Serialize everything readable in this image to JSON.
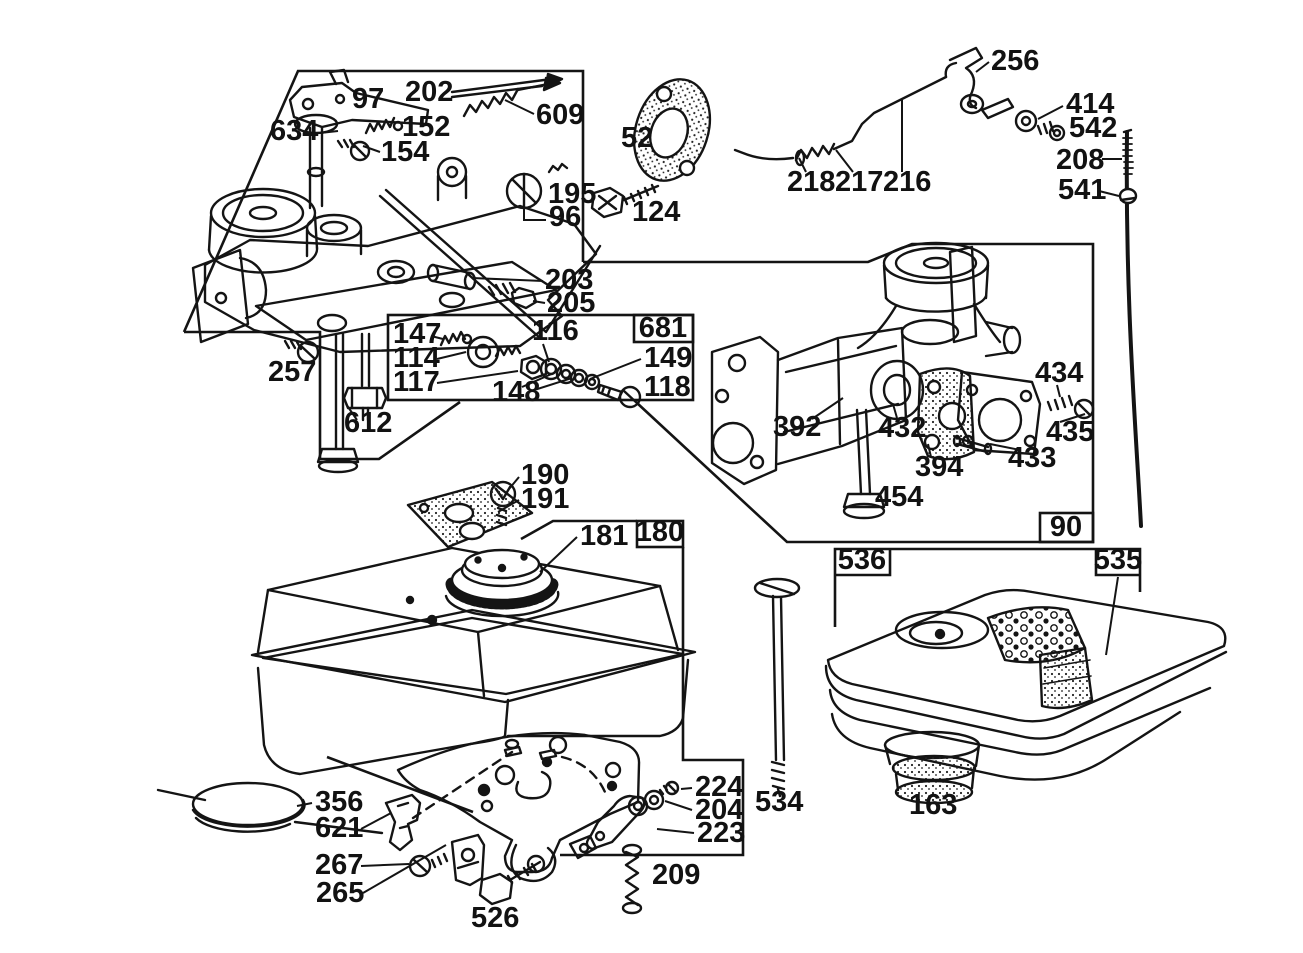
{
  "diagram": {
    "kind": "exploded-parts-diagram",
    "colors": {
      "background": "#ffffff",
      "line": "#141414"
    },
    "sections": [
      {
        "name": "upper-carburetor",
        "frame": "polygon",
        "tag": "",
        "parts": [
          "97",
          "202",
          "609",
          "634",
          "152",
          "154",
          "195",
          "96",
          "203",
          "205",
          "257",
          "612"
        ]
      },
      {
        "name": "needle-valve-inset",
        "frame": "box",
        "tag": "681",
        "parts": [
          "147",
          "114",
          "117",
          "116",
          "148",
          "149",
          "118"
        ]
      },
      {
        "name": "gasket-and-linkage",
        "frame": "none",
        "tag": "",
        "parts": [
          "52",
          "124",
          "218",
          "217",
          "216",
          "256",
          "414",
          "542",
          "208",
          "541"
        ]
      },
      {
        "name": "lower-carburetor",
        "frame": "polygon",
        "tag": "90",
        "parts": [
          "392",
          "432",
          "434",
          "435",
          "433",
          "394",
          "454"
        ]
      },
      {
        "name": "fuel-tank",
        "frame": "polygon",
        "tag": "180",
        "parts": [
          "190",
          "191",
          "181",
          "356",
          "621",
          "267",
          "265",
          "526",
          "224",
          "204",
          "223",
          "209"
        ]
      },
      {
        "name": "air-cleaner",
        "frame": "box",
        "tag": "536",
        "parts": [
          "535",
          "534",
          "163"
        ]
      }
    ],
    "boxed_labels": [
      "681",
      "90",
      "180",
      "536",
      "535"
    ]
  },
  "part_labels": {
    "97": "97",
    "202": "202",
    "609": "609",
    "634": "634",
    "152": "152",
    "154": "154",
    "195": "195",
    "96": "96",
    "203": "203",
    "205": "205",
    "257": "257",
    "612": "612",
    "147": "147",
    "114": "114",
    "117": "117",
    "116": "116",
    "148": "148",
    "149": "149",
    "118": "118",
    "681": "681",
    "52": "52",
    "124": "124",
    "218": "218",
    "217": "217",
    "216": "216",
    "256": "256",
    "414": "414",
    "542": "542",
    "208": "208",
    "541": "541",
    "392": "392",
    "432": "432",
    "434": "434",
    "435": "435",
    "433": "433",
    "394": "394",
    "454": "454",
    "90": "90",
    "190": "190",
    "191": "191",
    "181": "181",
    "180": "180",
    "356": "356",
    "621": "621",
    "267": "267",
    "265": "265",
    "526": "526",
    "224": "224",
    "204": "204",
    "223": "223",
    "209": "209",
    "536": "536",
    "535": "535",
    "534": "534",
    "163": "163"
  }
}
